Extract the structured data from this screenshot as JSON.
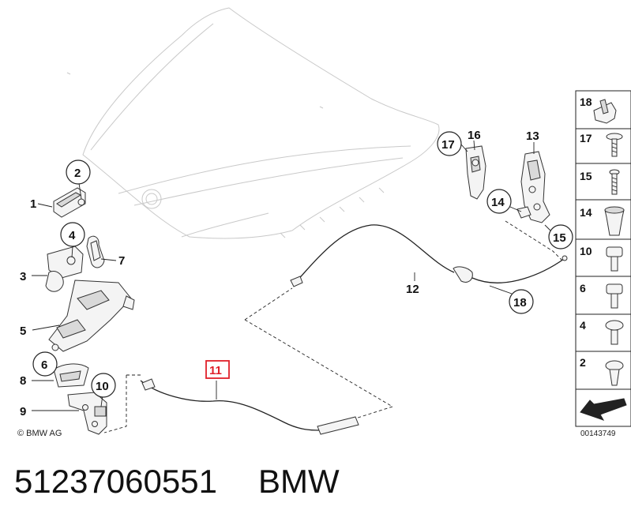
{
  "diagram": {
    "copyright": "© BMW AG",
    "reference_number": "00143749",
    "highlighted_label": "11",
    "callouts": {
      "c1": "1",
      "c2": "2",
      "c3": "3",
      "c4": "4",
      "c5": "5",
      "c6": "6",
      "c7": "7",
      "c8": "8",
      "c9": "9",
      "c10": "10",
      "c11": "11",
      "c12": "12",
      "c13": "13",
      "c14": "14",
      "c15": "15",
      "c16": "16",
      "c17": "17",
      "c18": "18"
    },
    "legend": [
      "18",
      "17",
      "15",
      "14",
      "10",
      "6",
      "4",
      "2"
    ],
    "highlight_color": "#e0202a"
  },
  "footer": {
    "part_number": "51237060551",
    "brand": "BMW"
  }
}
